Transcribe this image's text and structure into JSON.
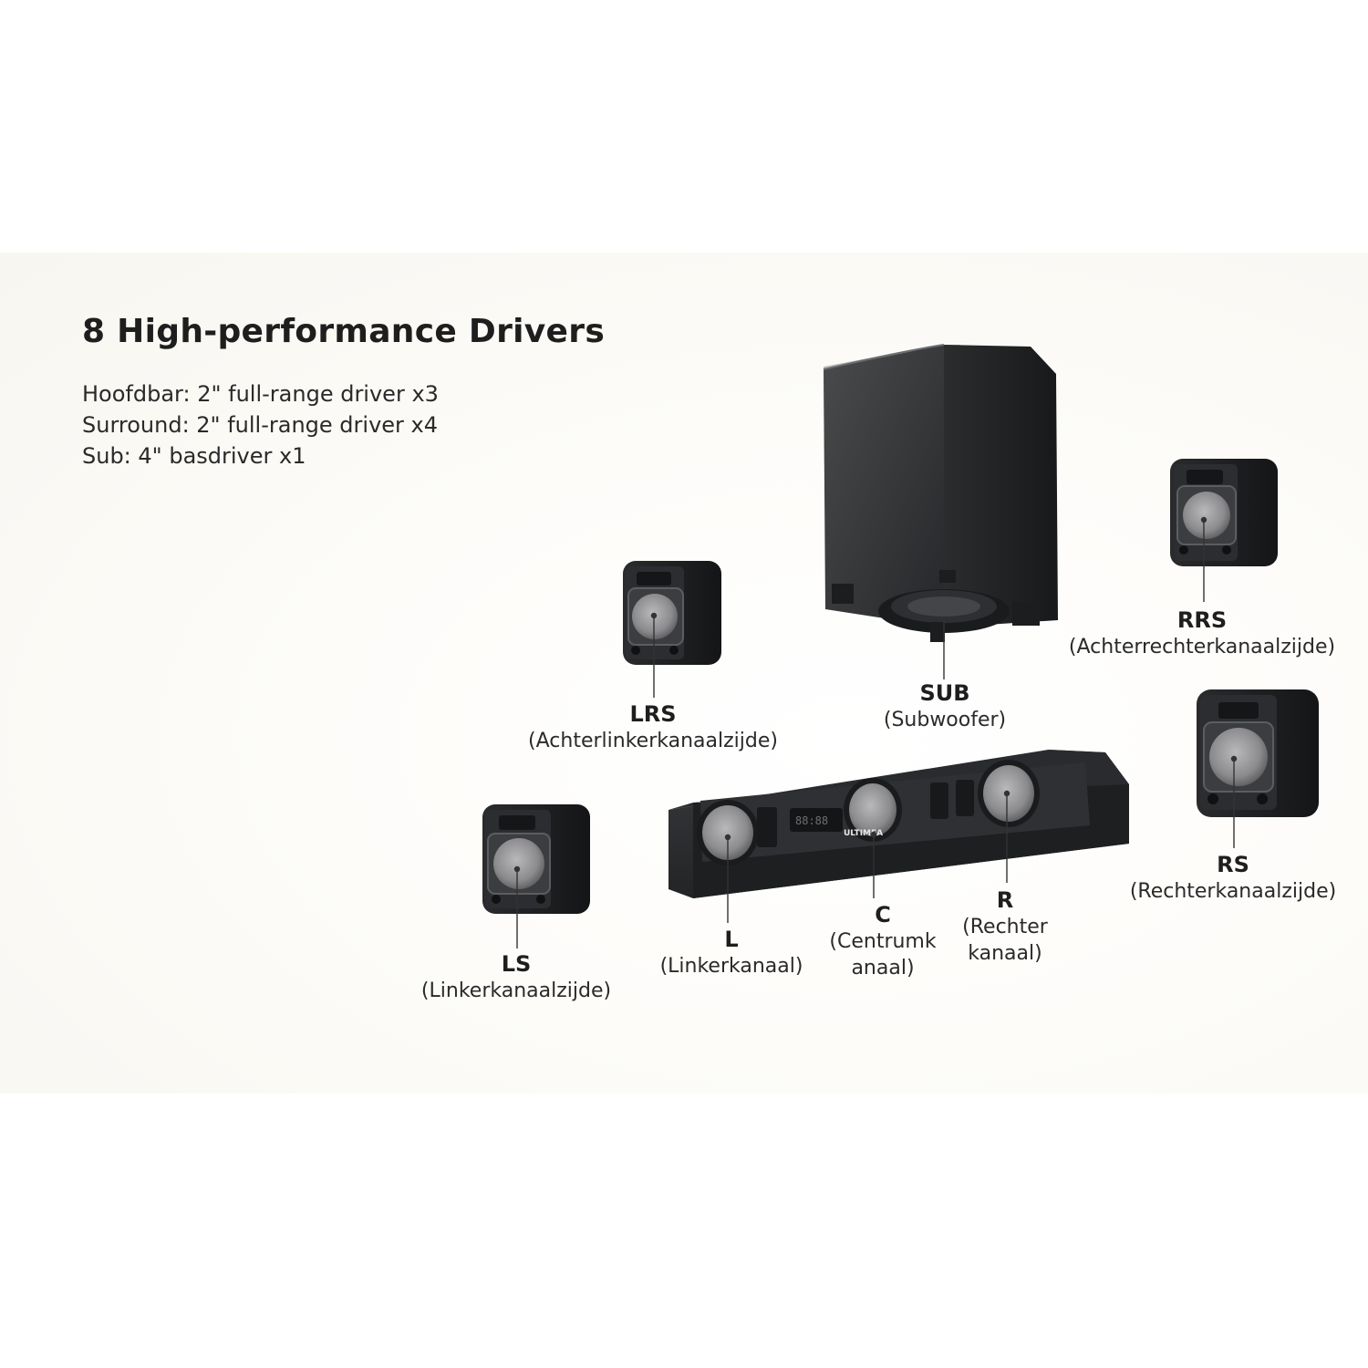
{
  "heading": "8 High-performance Drivers",
  "specs": [
    "Hoofdbar: 2\" full-range driver x3",
    "Surround: 2\" full-range driver x4",
    "Sub: 4\" basdriver x1"
  ],
  "brand_text": "ULTIMEA",
  "channels": {
    "sub": {
      "code": "SUB",
      "desc": "(Subwoofer)"
    },
    "rrs": {
      "code": "RRS",
      "desc": "(Achterrechterkanaalzijde)"
    },
    "lrs": {
      "code": "LRS",
      "desc": "(Achterlinkerkanaalzijde)"
    },
    "rs": {
      "code": "RS",
      "desc": "(Rechterkanaalzijde)"
    },
    "ls": {
      "code": "LS",
      "desc": "(Linkerkanaalzijde)"
    },
    "l": {
      "code": "L",
      "desc": "(Linkerkanaal)"
    },
    "c": {
      "code": "C",
      "desc_line1": "(Centrumk",
      "desc_line2": "anaal)"
    },
    "r": {
      "code": "R",
      "desc_line1": "(Rechter",
      "desc_line2": "kanaal)"
    }
  }
}
